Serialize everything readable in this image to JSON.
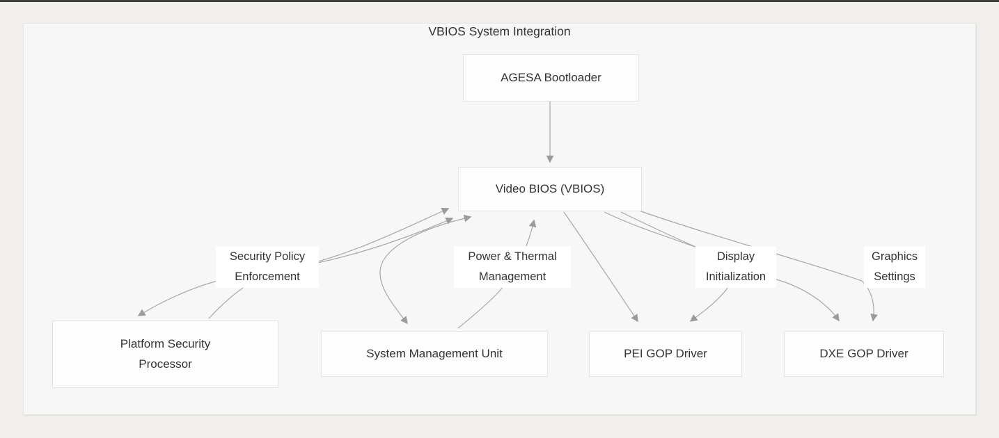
{
  "diagram": {
    "title": "VBIOS System Integration",
    "nodes": {
      "agesa": {
        "label": "AGESA Bootloader"
      },
      "vbios": {
        "label": "Video BIOS (VBIOS)"
      },
      "psp": {
        "label": "Platform Security Processor"
      },
      "smu": {
        "label": "System Management Unit"
      },
      "pei": {
        "label": "PEI GOP Driver"
      },
      "dxe": {
        "label": "DXE GOP Driver"
      }
    },
    "edge_labels": {
      "security": "Security Policy Enforcement",
      "power": "Power & Thermal Management",
      "display": "Display Initialization",
      "graphics": "Graphics Settings"
    },
    "edges": [
      {
        "from": "AGESA Bootloader",
        "to": "Video BIOS (VBIOS)",
        "label": ""
      },
      {
        "from": "Platform Security Processor",
        "to": "Video BIOS (VBIOS)",
        "label": "Security Policy Enforcement"
      },
      {
        "from": "Video BIOS (VBIOS)",
        "to": "Platform Security Processor",
        "label": "",
        "bidirectional": true
      },
      {
        "from": "System Management Unit",
        "to": "Video BIOS (VBIOS)",
        "label": "Power & Thermal Management"
      },
      {
        "from": "Video BIOS (VBIOS)",
        "to": "System Management Unit",
        "label": "",
        "bidirectional": true
      },
      {
        "from": "Video BIOS (VBIOS)",
        "to": "PEI GOP Driver",
        "label": ""
      },
      {
        "from": "Video BIOS (VBIOS)",
        "to": "PEI GOP Driver",
        "label": "Display Initialization"
      },
      {
        "from": "Video BIOS (VBIOS)",
        "to": "DXE GOP Driver",
        "label": ""
      },
      {
        "from": "Video BIOS (VBIOS)",
        "to": "DXE GOP Driver",
        "label": "Graphics Settings"
      }
    ],
    "colors": {
      "edge": "#a6a6a6",
      "arrowhead": "#9b9b9b",
      "node_fill": "#fdfdfd",
      "node_border": "#e3e3e1",
      "canvas": "#f7f7f7",
      "page": "#f0efec",
      "text": "#333333"
    }
  }
}
